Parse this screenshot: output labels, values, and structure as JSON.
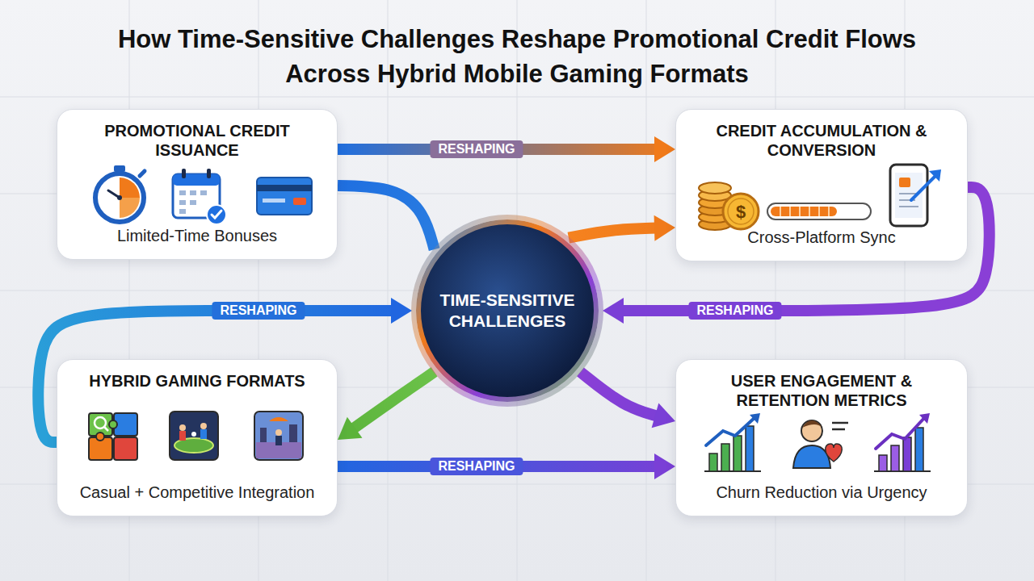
{
  "diagram": {
    "title": "How Time-Sensitive Challenges Reshape Promotional Credit Flows Across Hybrid Mobile Gaming Formats",
    "nodes": [
      {
        "text": [
          "PROMOTIONAL CREDIT ISSUANCE",
          "Limited-Time Bonuses"
        ]
      },
      {
        "text": [
          "CREDIT ACCUMULATION & CONVERSION",
          "Cross-Platform Sync"
        ]
      },
      {
        "text": [
          "TIME-SENSITIVE CHALLENGES"
        ]
      },
      {
        "text": [
          "HYBRID GAMING FORMATS",
          "Casual + Competitive Integration"
        ]
      },
      {
        "text": [
          "USER ENGAGEMENT & RETENTION METRICS",
          "Churn Reduction via Urgency"
        ]
      }
    ],
    "edges": [
      {
        "from": 0,
        "to": 1,
        "label": "RESHAPING",
        "arrow": "to"
      },
      {
        "from": 0,
        "to": 2,
        "arrow": "none"
      },
      {
        "from": 2,
        "to": 1,
        "arrow": "to"
      },
      {
        "from": 1,
        "to": 2,
        "label": "RESHAPING",
        "arrow": "to"
      },
      {
        "from": 3,
        "to": 2,
        "label": "RESHAPING",
        "arrow": "to"
      },
      {
        "from": 2,
        "to": 3,
        "arrow": "to"
      },
      {
        "from": 3,
        "to": 4,
        "label": "RESHAPING",
        "arrow": "to"
      },
      {
        "from": 2,
        "to": 4,
        "arrow": "to"
      }
    ],
    "labels": [
      "$"
    ]
  }
}
